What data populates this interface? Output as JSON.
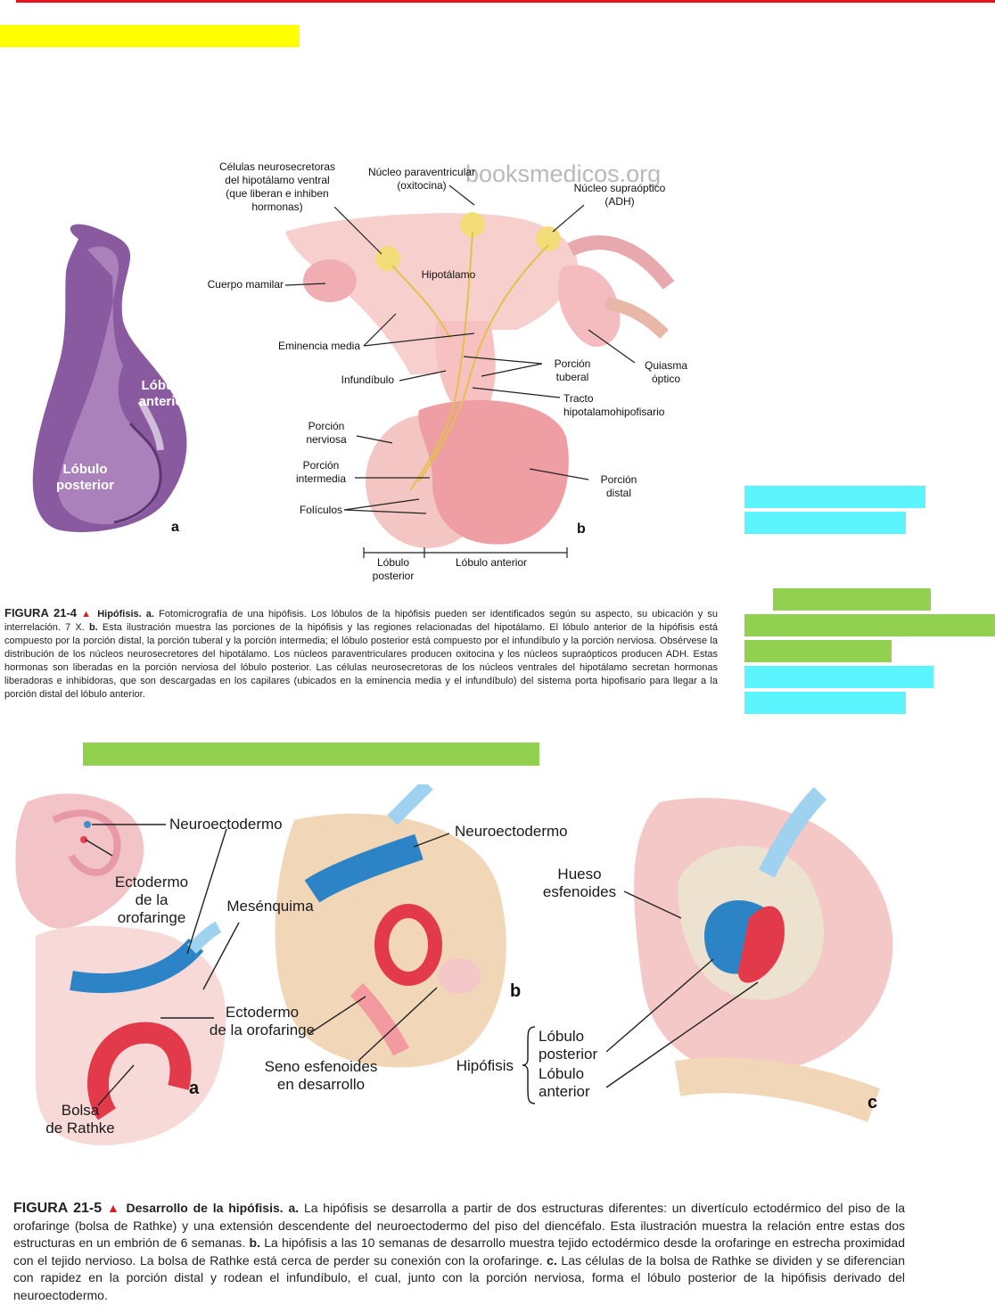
{
  "figure4": {
    "watermark": "booksmedicos.org",
    "panel_a": "a",
    "panel_b": "b",
    "photo_labels": {
      "anterior": "Lóbulo\nanterior",
      "posterior": "Lóbulo\nposterior"
    },
    "labels": {
      "neurosecretory": "Células neurosecretoras\ndel hipotálamo ventral\n(que liberan e inhiben\nhormonas)",
      "paraventricular": "Núcleo paraventricular\n(oxitocina)",
      "supraoptic": "Núcleo supraóptico\n(ADH)",
      "hypothalamus": "Hipotálamo",
      "mammillary": "Cuerpo mamilar",
      "median_eminence": "Eminencia media",
      "infundibulum": "Infundíbulo",
      "tuberal": "Porción\ntuberal",
      "chiasm": "Quiasma\nóptico",
      "tract": "Tracto\nhipotalamohipofisario",
      "nervosa": "Porción\nnerviosa",
      "intermedia": "Porción\nintermedia",
      "distal": "Porción\ndistal",
      "follicles": "Folículos",
      "lobe_posterior": "Lóbulo\nposterior",
      "lobe_anterior": "Lóbulo anterior"
    },
    "caption": {
      "number": "FIGURA 21-4",
      "triangle": "▲",
      "title": "Hipófisis. a.",
      "text": "Fotomicrografía de una hipófisis. Los lóbulos de la hipófisis pueden ser identificados según su aspecto, su ubicación y su interrelación. 7 X.",
      "bold_b": "b.",
      "text2": "Esta ilustración muestra las porciones de la hipófisis y las regiones relacionadas del hipotálamo. El lóbulo anterior de la hipófisis está compuesto por la porción distal, la porción tuberal y la porción intermedia; el lóbulo posterior está compuesto por el infundíbulo y la porción nerviosa. Obsérvese la distribución de los núcleos neurosecretores del hipotálamo. Los núcleos paraventriculares producen oxitocina y los núcleos supraópticos producen ADH. Estas hormonas son liberadas en la porción nerviosa del lóbulo posterior. Las células neurosecretoras de los núcleos ventrales del hipotálamo secretan hormonas liberadoras e inhibidoras, que son descargadas en los capilares (ubicados en la eminencia media y el infundíbulo) del sistema porta hipofisario para llegar a la porción distal del lóbulo anterior."
    }
  },
  "figure5": {
    "panel_a": "a",
    "panel_b": "b",
    "panel_c": "c",
    "labels": {
      "neuro_a": "Neuroectodermo",
      "ecto_a": "Ectodermo\nde la\norofaringe",
      "mesenchyme": "Mesénquima",
      "ecto_a2": "Ectodermo\nde la orofaringe",
      "rathke": "Bolsa\nde Rathke",
      "neuro_b": "Neuroectodermo",
      "sinus": "Seno esfenoides\nen desarrollo",
      "bone": "Hueso\nesfenoides",
      "hipofisis": "Hipófisis",
      "post": "Lóbulo\nposterior",
      "ant": "Lóbulo\nanterior"
    },
    "caption": {
      "number": "FIGURA 21-5",
      "triangle": "▲",
      "title": "Desarrollo de la hipófisis. a.",
      "text": "La hipófisis se desarrolla a partir de dos estructuras diferentes: un divertículo ectodérmico del piso de la orofaringe (bolsa de Rathke) y una extensión descendente del neuroectodermo del piso del diencéfalo. Esta ilustración muestra la relación entre estas dos estructuras en un embrión de 6 semanas.",
      "bold_b": "b.",
      "text2": "La hipófisis a las 10 semanas de desarrollo muestra tejido ectodérmico desde la orofaringe en estrecha proximidad con el tejido nervioso. La bolsa de Rathke está cerca de perder su conexión con la orofaringe.",
      "bold_c": "c.",
      "text3": "Las células de la bolsa de Rathke se dividen y se diferencian con rapidez en la porción distal y rodean el infundíbulo, el cual, junto con la porción nerviosa, forma el lóbulo posterior de la hipófisis derivado del neuroectodermo."
    }
  },
  "colors": {
    "yellow": "#ffff00",
    "cyan": "#5cf5ff",
    "green": "#92d050",
    "red": "#e8131a"
  }
}
